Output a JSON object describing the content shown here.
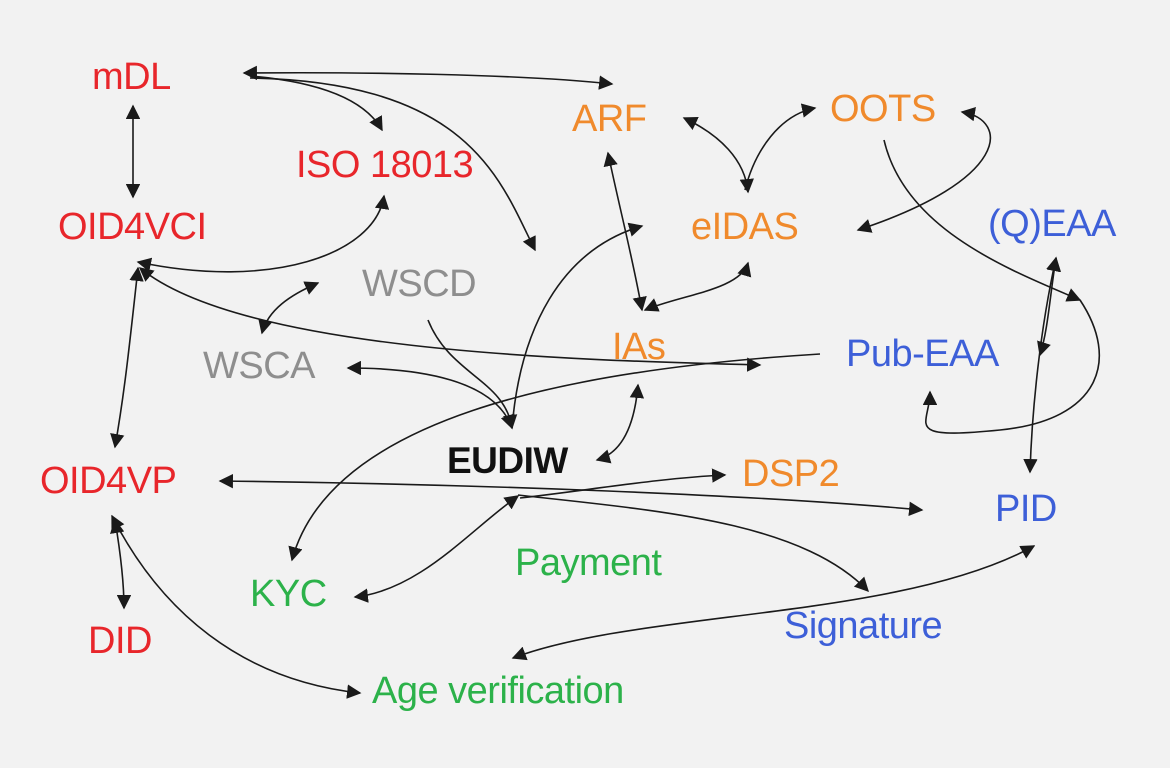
{
  "colors": {
    "red": "#e8262b",
    "orange": "#f08a2c",
    "blue": "#3d5fd8",
    "gray": "#8e8e8e",
    "green": "#2cb24a",
    "black": "#111111",
    "edge": "#1a1a1a",
    "background": "#f2f2f2"
  },
  "nodes": {
    "mdl": "mDL",
    "iso18013": "ISO 18013",
    "oid4vci": "OID4VCI",
    "wscd": "WSCD",
    "wsca": "WSCA",
    "oid4vp": "OID4VP",
    "did": "DID",
    "kyc": "KYC",
    "age_verification": "Age verification",
    "payment": "Payment",
    "eudiw": "EUDIW",
    "arf": "ARF",
    "eidas": "eIDAS",
    "ias": "IAs",
    "oots": "OOTS",
    "qeaa": "(Q)EAA",
    "pub_eaa": "Pub-EAA",
    "dsp2": "DSP2",
    "pid": "PID",
    "signature": "Signature"
  },
  "edges": [
    {
      "from": "mdl",
      "to": "arf",
      "arrows": "both"
    },
    {
      "from": "mdl",
      "to": "iso18013",
      "arrows": "end"
    },
    {
      "from": "mdl",
      "to": "pub_eaa",
      "arrows": "end"
    },
    {
      "from": "mdl",
      "to": "oid4vci",
      "arrows": "both"
    },
    {
      "from": "iso18013",
      "to": "oid4vci",
      "arrows": "both"
    },
    {
      "from": "oid4vci",
      "to": "oid4vp",
      "arrows": "both"
    },
    {
      "from": "oid4vci",
      "to": "pid",
      "arrows": "both"
    },
    {
      "from": "oid4vp",
      "to": "did",
      "arrows": "both"
    },
    {
      "from": "oid4vp",
      "to": "age_verification",
      "arrows": "both"
    },
    {
      "from": "oid4vp",
      "to": "pid",
      "arrows": "both"
    },
    {
      "from": "wscd",
      "to": "wsca",
      "arrows": "both"
    },
    {
      "from": "wscd",
      "to": "eudiw",
      "arrows": "end"
    },
    {
      "from": "wsca",
      "to": "eudiw",
      "arrows": "both"
    },
    {
      "from": "eudiw",
      "to": "eidas",
      "arrows": "end"
    },
    {
      "from": "eudiw",
      "to": "ias",
      "arrows": "both"
    },
    {
      "from": "eudiw",
      "to": "dsp2",
      "arrows": "end"
    },
    {
      "from": "eudiw",
      "to": "kyc",
      "arrows": "both"
    },
    {
      "from": "eudiw",
      "to": "signature",
      "arrows": "end"
    },
    {
      "from": "arf",
      "to": "eidas",
      "arrows": "both"
    },
    {
      "from": "arf",
      "to": "ias",
      "arrows": "both"
    },
    {
      "from": "eidas",
      "to": "oots",
      "arrows": "end"
    },
    {
      "from": "eidas",
      "to": "ias",
      "arrows": "both"
    },
    {
      "from": "oots",
      "to": "eidas",
      "arrows": "both"
    },
    {
      "from": "oots",
      "to": "pid",
      "arrows": "end"
    },
    {
      "from": "qeaa",
      "to": "pub_eaa",
      "arrows": "both"
    },
    {
      "from": "qeaa",
      "to": "pid",
      "arrows": "both"
    },
    {
      "from": "pub_eaa",
      "to": "kyc",
      "arrows": "end"
    },
    {
      "from": "pid",
      "to": "age_verification",
      "arrows": "both"
    }
  ]
}
